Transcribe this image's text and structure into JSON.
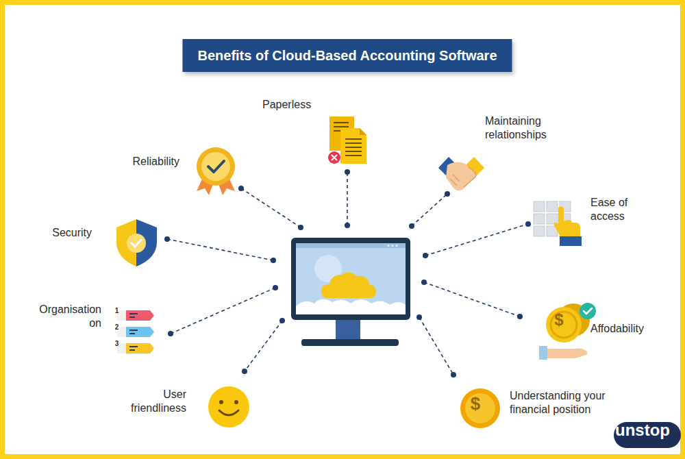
{
  "diagram": {
    "title": "Benefits of Cloud-Based Accounting Software",
    "labels": [
      "Paperless",
      "Maintaining relationships",
      "Reliability",
      "Ease of access",
      "Security",
      "Organisation on",
      "1",
      "2",
      "3",
      "$",
      "Affodability",
      "User friendliness",
      "$",
      "Understanding your financial position",
      "unstop"
    ]
  }
}
